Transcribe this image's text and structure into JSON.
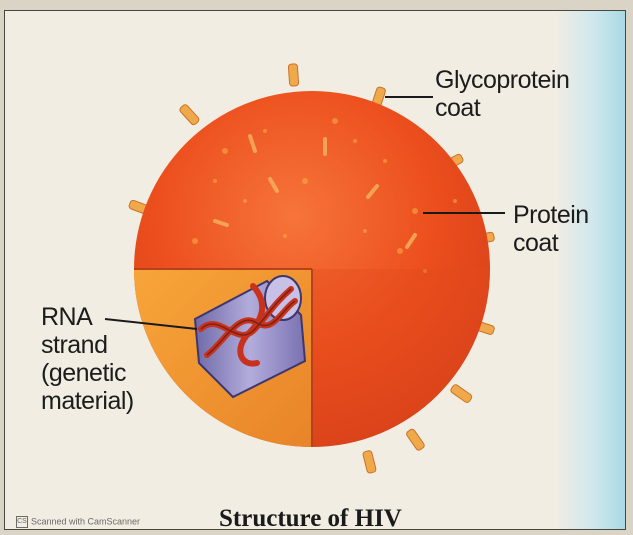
{
  "diagram": {
    "labels": {
      "glycoprotein": "Glycoprotein\ncoat",
      "protein": "Protein\ncoat",
      "rna": "RNA\nstrand\n(genetic\nmaterial)"
    },
    "caption": "Structure of HIV",
    "watermark": "Scanned with CamScanner",
    "colors": {
      "outer_sphere": "#ec4f1d",
      "cutaway_face": "#f09a2a",
      "core_capsule": "#9a8fc8",
      "rna_strand": "#c8321c",
      "spikes": "#f0a94a"
    }
  }
}
